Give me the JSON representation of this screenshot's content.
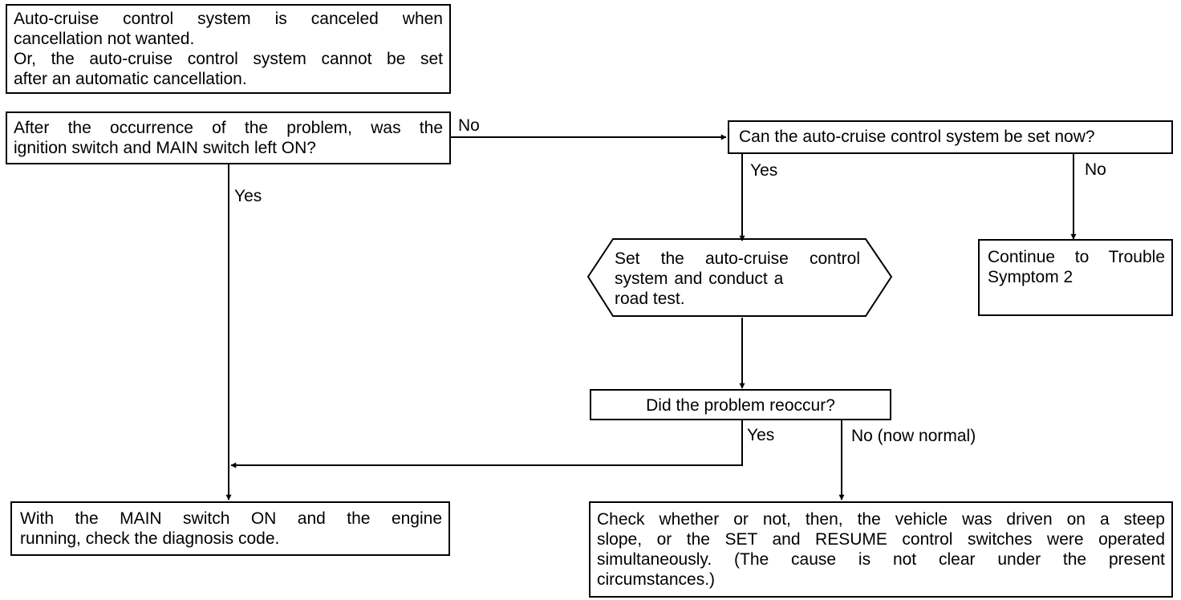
{
  "start_box": {
    "lines": [
      "Auto-cruise control system is canceled when",
      "cancellation not wanted.",
      "Or, the auto-cruise control system cannot be set",
      "after an automatic cancellation."
    ]
  },
  "question_ignition": {
    "lines": [
      "After the occurrence of the problem, was the",
      "ignition switch and MAIN switch left ON?"
    ]
  },
  "question_set_now": {
    "text": "Can the auto-cruise control system be set now?"
  },
  "action_road_test": {
    "lines": [
      "Set the auto-cruise control",
      "system and conduct a",
      "road test."
    ]
  },
  "result_trouble_symptom": {
    "lines": [
      "Continue to Trouble",
      "Symptom 2"
    ]
  },
  "question_reoccur": {
    "text": "Did the problem reoccur?"
  },
  "result_diagnosis_code": {
    "lines": [
      "With the MAIN switch ON and the engine",
      "running, check the diagnosis code."
    ]
  },
  "result_check_conditions": {
    "lines": [
      "Check whether or not, then, the vehicle was driven on a steep",
      "slope, or the SET and RESUME control switches were operated",
      "simultaneously. (The cause is not clear under the present",
      "circumstances.)"
    ]
  },
  "labels": {
    "ignition_no": "No",
    "ignition_yes": "Yes",
    "set_now_yes": "Yes",
    "set_now_no": "No",
    "reoccur_yes": "Yes",
    "reoccur_no": "No (now normal)"
  }
}
